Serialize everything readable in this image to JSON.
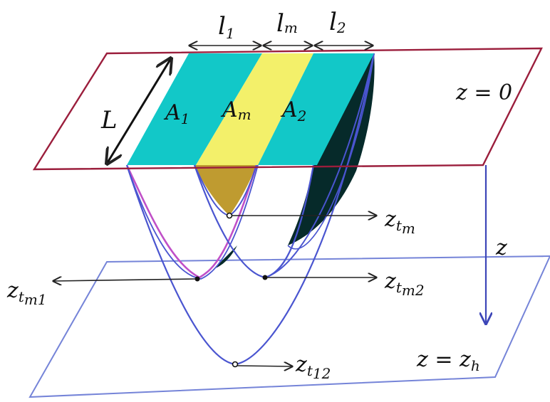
{
  "colors": {
    "plane_top": "#9b1e3c",
    "plane_bottom": "#6f7fd8",
    "strip_outer": "#12c8c8",
    "strip_middle": "#f3f06a",
    "fill_gold": "#b8901a",
    "fill_dark": "#062a2a",
    "curve_blue": "#4a55d0",
    "curve_magenta": "#c050c8",
    "arrow": "#222222"
  },
  "labels": {
    "l1": "l",
    "l1_sub": "1",
    "lm": "l",
    "lm_sub": "m",
    "l2": "l",
    "l2_sub": "2",
    "L": "L",
    "A1": "A",
    "A1_sub": "1",
    "Am": "A",
    "Am_sub": "m",
    "A2": "A",
    "A2_sub": "2",
    "z0": "z = 0",
    "z_axis": "z",
    "zh": "z = z",
    "zh_sub": "h",
    "ztm": "z",
    "ztm_sub": "t",
    "ztm_subsub": "m",
    "ztm1": "z",
    "ztm1_sub": "t",
    "ztm1_subsub": "m1",
    "ztm2": "z",
    "ztm2_sub": "t",
    "ztm2_subsub": "m2",
    "zt12": "z",
    "zt12_sub": "t",
    "zt12_subsub": "12"
  }
}
